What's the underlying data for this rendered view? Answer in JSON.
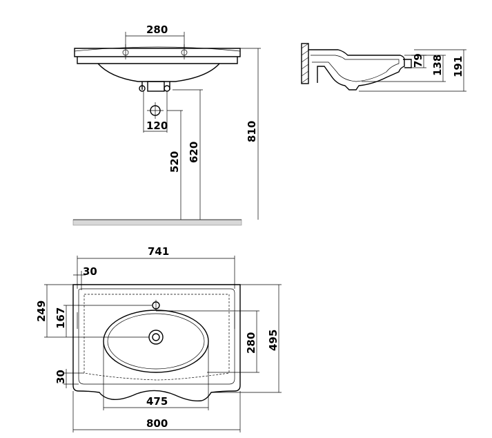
{
  "front_view": {
    "tap_spacing": "280",
    "waste_offset": "120",
    "waste_height": "520",
    "trap_height": "620",
    "rim_height": "810"
  },
  "side_view": {
    "bowl_depth": "79",
    "overflow_height": "138",
    "total_height": "191"
  },
  "top_view": {
    "inner_width": "741",
    "border": "30",
    "overall_depth": "249",
    "tap_to_center": "167",
    "bowl_depth_dim": "280",
    "total_depth": "495",
    "front_border": "30",
    "bowl_width": "475",
    "total_width": "800"
  }
}
